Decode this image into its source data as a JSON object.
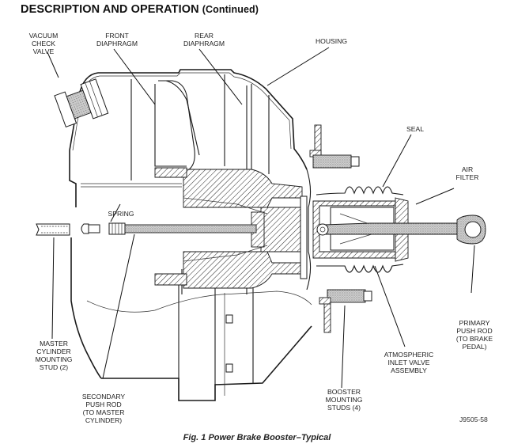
{
  "header": {
    "title": "DESCRIPTION AND OPERATION",
    "title_suffix": "(Continued)"
  },
  "figure": {
    "caption": "Fig. 1 Power Brake Booster–Typical",
    "figure_id": "J9505-58",
    "subject": "Power Brake Booster",
    "callouts": [
      {
        "id": "vacuum-check-valve",
        "text": "VACUUM\nCHECK\nVALVE"
      },
      {
        "id": "front-diaphragm",
        "text": "FRONT\nDIAPHRAGM"
      },
      {
        "id": "rear-diaphragm",
        "text": "REAR\nDIAPHRAGM"
      },
      {
        "id": "housing",
        "text": "HOUSING"
      },
      {
        "id": "seal",
        "text": "SEAL"
      },
      {
        "id": "air-filter",
        "text": "AIR\nFILTER"
      },
      {
        "id": "spring",
        "text": "SPRING"
      },
      {
        "id": "master-cylinder-mounting-stud",
        "text": "MASTER\nCYLINDER\nMOUNTING\nSTUD (2)"
      },
      {
        "id": "secondary-push-rod",
        "text": "SECONDARY\nPUSH ROD\n(TO MASTER\nCYLINDER)"
      },
      {
        "id": "booster-mounting-studs",
        "text": "BOOSTER\nMOUNTING\nSTUDS (4)"
      },
      {
        "id": "atmospheric-inlet-valve-assembly",
        "text": "ATMOSPHERIC\nINLET VALVE\nASSEMBLY"
      },
      {
        "id": "primary-push-rod",
        "text": "PRIMARY\nPUSH ROD\n(TO BRAKE\nPEDAL)"
      }
    ]
  }
}
